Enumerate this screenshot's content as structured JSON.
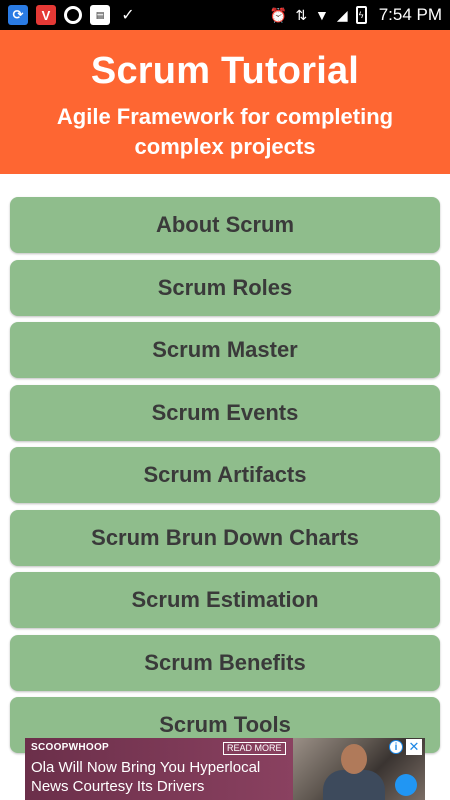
{
  "status_bar": {
    "time": "7:54 PM",
    "icons": [
      "sync-app-icon",
      "v-app-icon",
      "circle-app-icon",
      "news-app-icon",
      "checklist-app-icon",
      "alarm-icon",
      "data-arrows-icon",
      "wifi-icon",
      "signal-icon",
      "battery-icon"
    ]
  },
  "header": {
    "title": "Scrum Tutorial",
    "subtitle": "Agile Framework for completing complex projects"
  },
  "menu": {
    "items": [
      "About Scrum",
      "Scrum Roles",
      "Scrum Master",
      "Scrum Events",
      "Scrum Artifacts",
      "Scrum Brun Down Charts",
      "Scrum Estimation",
      "Scrum Benefits",
      "Scrum Tools"
    ]
  },
  "ad": {
    "brand": "SCOOPWHOOP",
    "cta": "READ MORE",
    "headline": "Ola Will Now Bring You Hyperlocal News Courtesy Its Drivers",
    "info_glyph": "i",
    "close_glyph": "✕"
  },
  "colors": {
    "header_bg": "#fe6632",
    "button_bg": "#8fbd8c",
    "button_text": "#3a3a3a",
    "status_bg": "#000000"
  }
}
